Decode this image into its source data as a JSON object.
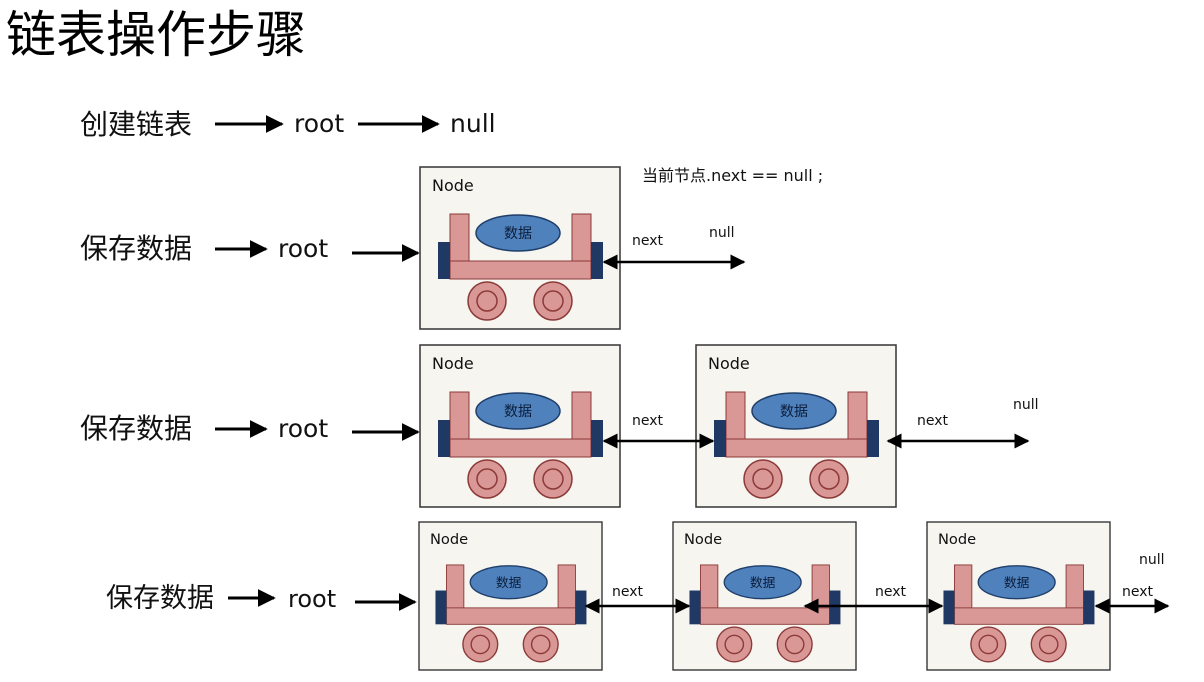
{
  "title": "链表操作步骤",
  "row1": {
    "step": "创建链表",
    "root": "root",
    "null_text": "null"
  },
  "condition": "当前节点.next == null ;",
  "steps": [
    {
      "label": "保存数据",
      "root": "root",
      "node_count": 1
    },
    {
      "label": "保存数据",
      "root": "root",
      "node_count": 2
    },
    {
      "label": "保存数据",
      "root": "root",
      "node_count": 3
    }
  ],
  "node_title": "Node",
  "node_data": "数据",
  "next_label": "next",
  "null_label": "null",
  "colors": {
    "cart": "#d99795",
    "cart_stroke": "#8b3a38",
    "data": "#4f81bd",
    "data_stroke": "#1f3f6a",
    "bumper": "#1f3864",
    "box_fill": "#f7f5ef",
    "box_stroke": "#333333"
  }
}
